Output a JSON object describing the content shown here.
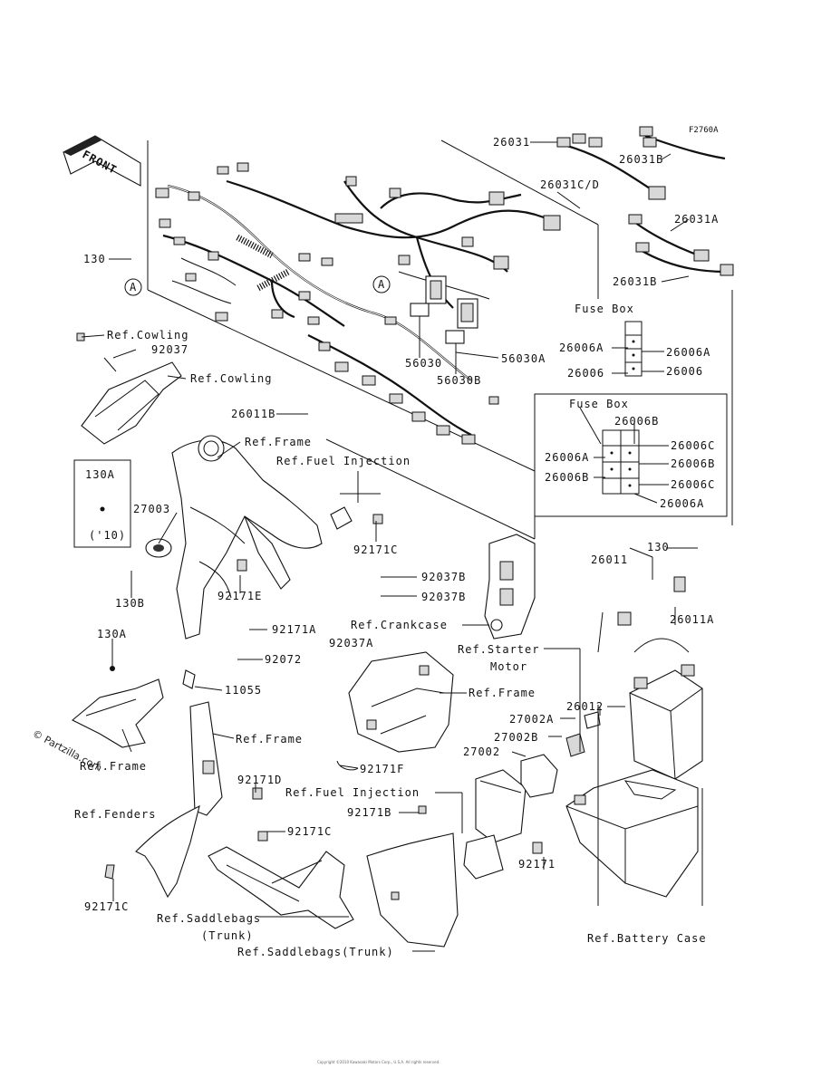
{
  "figure_code": "F2760A",
  "watermark": "© Partzilla.com",
  "arrow_label": "FRONT",
  "footer_text": "Copyright ©2010 Kawasaki Motors Corp., U.S.A. All rights reserved.",
  "labels": {
    "p26031": "26031",
    "p26031B_top": "26031B",
    "p26031CD": "26031C/D",
    "p26031A": "26031A",
    "p26031B_low": "26031B",
    "p130_top": "130",
    "refA_1": "A",
    "refA_2": "A",
    "ref_cowling_1": "Ref.Cowling",
    "p92037": "92037",
    "ref_cowling_2": "Ref.Cowling",
    "p56030": "56030",
    "p56030B": "56030B",
    "p56030A": "56030A",
    "p26011B": "26011B",
    "ref_frame_1": "Ref.Frame",
    "ref_fuel_inj_1": "Ref.Fuel Injection",
    "p130A_box": "130A",
    "p130A_year": "('10)",
    "p27003": "27003",
    "p92171C_1": "92171C",
    "p130B": "130B",
    "p92171E": "92171E",
    "p92037B_1": "92037B",
    "p92037B_2": "92037B",
    "ref_crankcase": "Ref.Crankcase",
    "p92037A": "92037A",
    "p92171A": "92171A",
    "p92072": "92072",
    "p130A": "130A",
    "p11055": "11055",
    "ref_frame_2": "Ref.Frame",
    "ref_frame_3": "Ref.Frame",
    "ref_frame_4": "Ref.Frame",
    "p92171F": "92171F",
    "p92171D": "92171D",
    "ref_fuel_inj_2": "Ref.Fuel Injection",
    "ref_fenders": "Ref.Fenders",
    "p92171B": "92171B",
    "p92171C_2": "92171C",
    "p92171C_3": "92171C",
    "ref_saddlebags_1a": "Ref.Saddlebags",
    "ref_saddlebags_1b": "(Trunk)",
    "ref_saddlebags_2": "Ref.Saddlebags(Trunk)",
    "p26011": "26011",
    "p130_right": "130",
    "p26011A": "26011A",
    "ref_starter_1": "Ref.Starter",
    "ref_starter_2": "Motor",
    "p26012": "26012",
    "p27002A": "27002A",
    "p27002B": "27002B",
    "p27002": "27002",
    "p92171": "92171",
    "ref_battery_case": "Ref.Battery Case"
  },
  "fuse_box_1": {
    "title": "Fuse Box",
    "left_a": "26006A",
    "right_a": "26006A",
    "left": "26006",
    "right": "26006"
  },
  "fuse_box_2": {
    "title": "Fuse Box",
    "top_b": "26006B",
    "left_a": "26006A",
    "left_b": "26006B",
    "right_c1": "26006C",
    "right_b": "26006B",
    "right_c2": "26006C",
    "bottom_a": "26006A"
  }
}
